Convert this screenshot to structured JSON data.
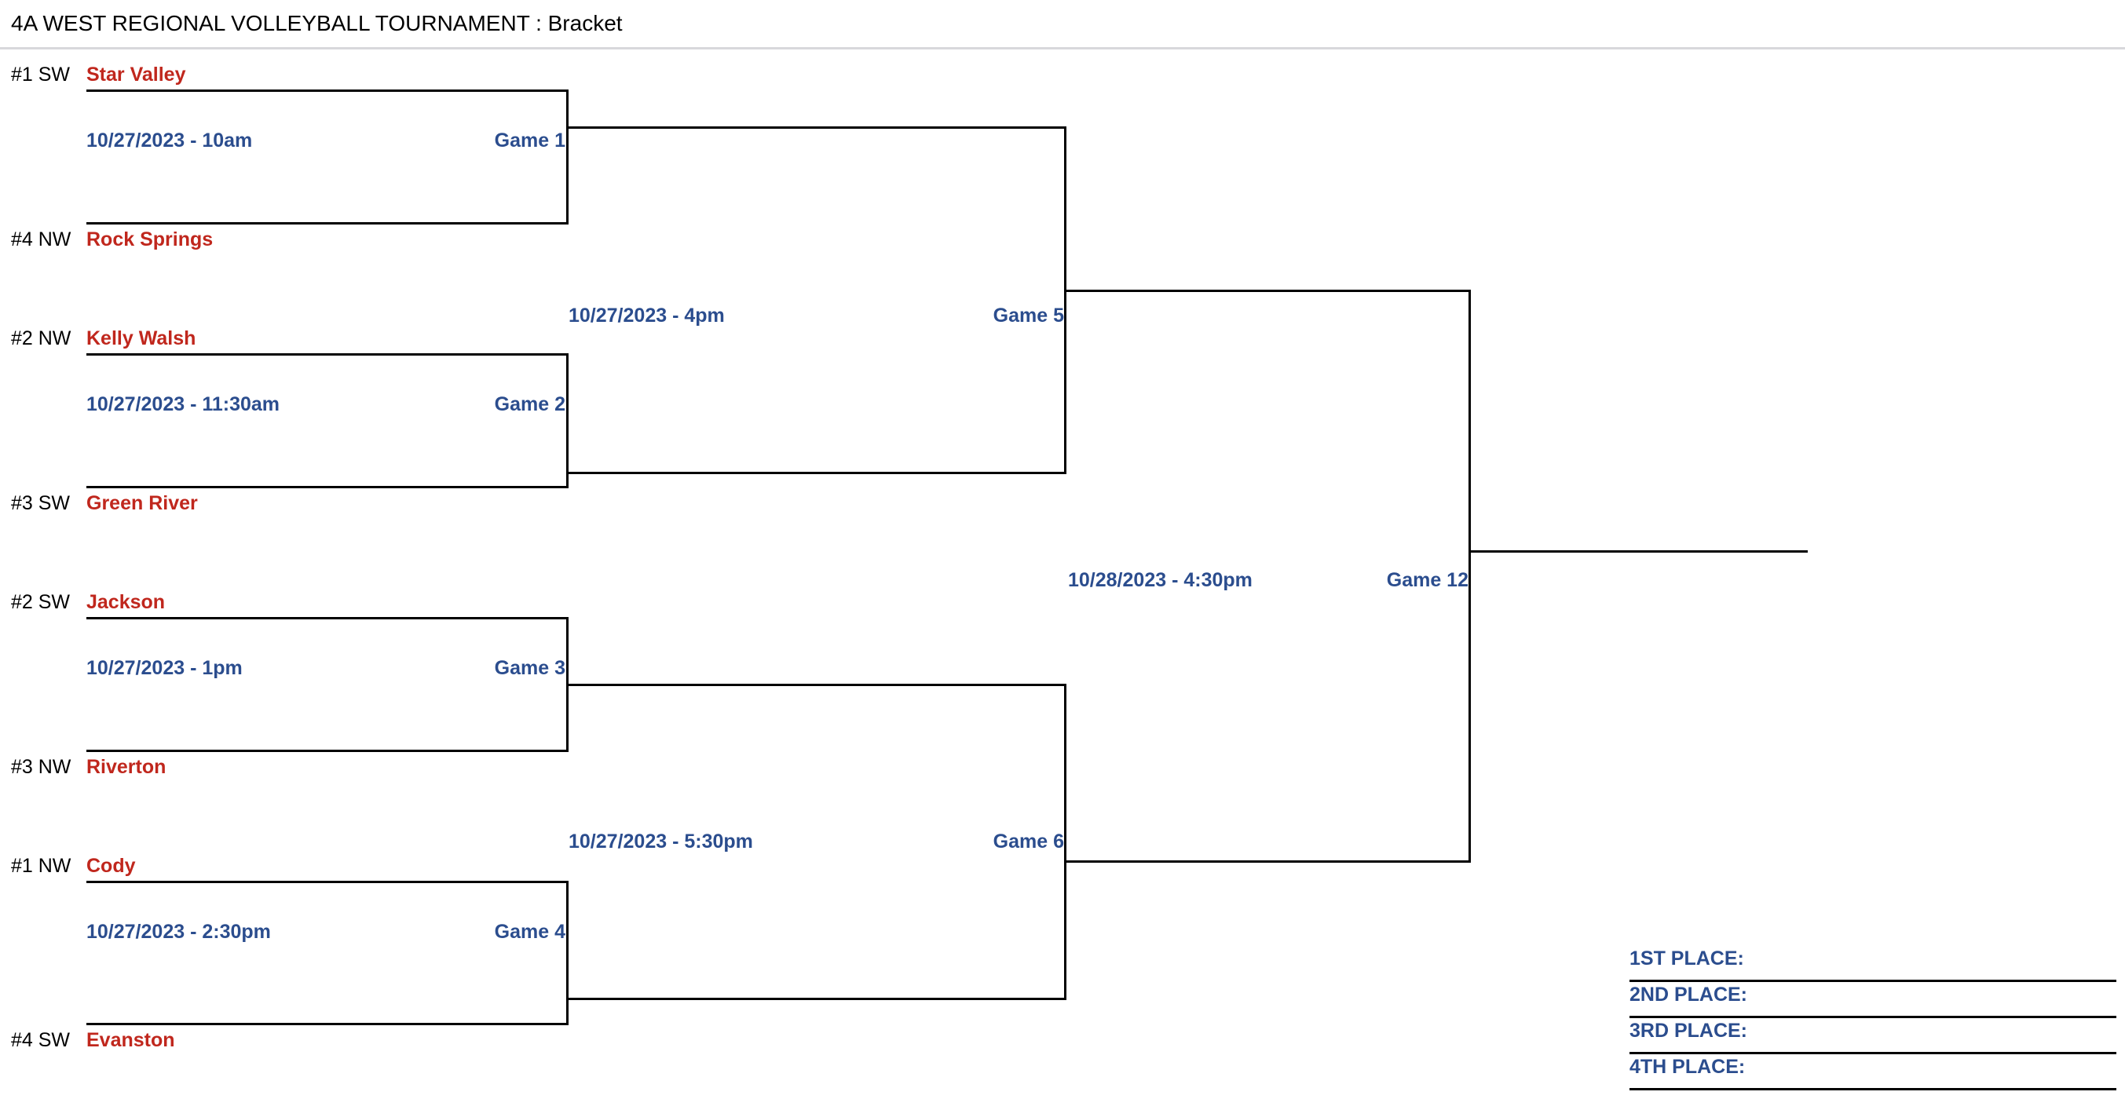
{
  "header": {
    "title": "4A WEST REGIONAL VOLLEYBALL TOURNAMENT : Bracket"
  },
  "colors": {
    "team_red": "#c0271d",
    "accent_blue": "#2b4d8e",
    "line_black": "#000000",
    "rule_grey": "#d8d8dc",
    "background": "#ffffff"
  },
  "bracket": {
    "round1": [
      {
        "game_label": "Game 1",
        "date": "10/27/2023 - 10am",
        "top": {
          "seed": "#1 SW",
          "team": "Star Valley"
        },
        "bottom": {
          "seed": "#4 NW",
          "team": "Rock Springs"
        }
      },
      {
        "game_label": "Game 2",
        "date": "10/27/2023 - 11:30am",
        "top": {
          "seed": "#2 NW",
          "team": "Kelly Walsh"
        },
        "bottom": {
          "seed": "#3 SW",
          "team": "Green River"
        }
      },
      {
        "game_label": "Game 3",
        "date": "10/27/2023 - 1pm",
        "top": {
          "seed": "#2 SW",
          "team": "Jackson"
        },
        "bottom": {
          "seed": "#3 NW",
          "team": "Riverton"
        }
      },
      {
        "game_label": "Game 4",
        "date": "10/27/2023 - 2:30pm",
        "top": {
          "seed": "#1 NW",
          "team": "Cody"
        },
        "bottom": {
          "seed": "#4 SW",
          "team": "Evanston"
        }
      }
    ],
    "round2": [
      {
        "game_label": "Game 5",
        "date": "10/27/2023 - 4pm"
      },
      {
        "game_label": "Game 6",
        "date": "10/27/2023 - 5:30pm"
      }
    ],
    "final": {
      "game_label": "Game 12",
      "date": "10/28/2023 - 4:30pm"
    }
  },
  "placements": [
    {
      "label": "1ST PLACE:",
      "value": ""
    },
    {
      "label": "2ND PLACE:",
      "value": ""
    },
    {
      "label": "3RD PLACE:",
      "value": ""
    },
    {
      "label": "4TH PLACE:",
      "value": ""
    }
  ]
}
